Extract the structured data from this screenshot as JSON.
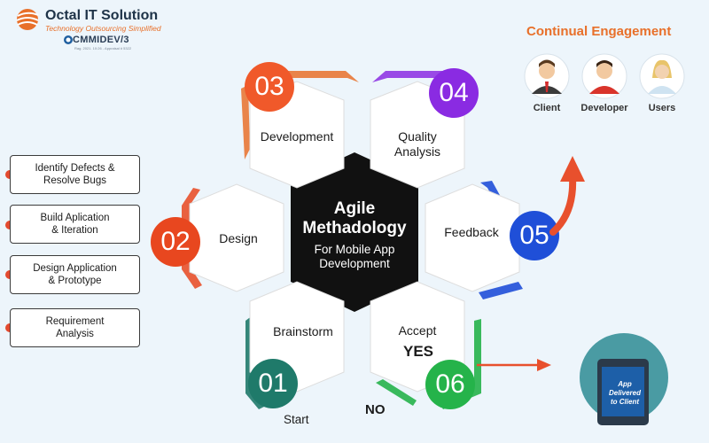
{
  "brand": {
    "name": "Octal IT Solution",
    "tagline": "Technology Outsourcing Simplified",
    "cmmi_badge": "CMMIDEV/3",
    "cmmi_note": "Rag. 2021. 10:26 - Appraisal # 5322"
  },
  "center": {
    "title": "Agile\nMethadology",
    "subtitle": "For Mobile App\nDevelopment"
  },
  "stages": [
    {
      "number": "01",
      "label": "Brainstorm",
      "color": "#1f7a6a"
    },
    {
      "number": "02",
      "label": "Design",
      "color": "#e8471f"
    },
    {
      "number": "03",
      "label": "Development",
      "color": "#f0592a"
    },
    {
      "number": "04",
      "label": "Quality\nAnalysis",
      "color": "#8a2be2"
    },
    {
      "number": "05",
      "label": "Feedback",
      "color": "#1f4fd8"
    },
    {
      "number": "06",
      "label": "Accept",
      "color": "#25b34a"
    }
  ],
  "flow_labels": {
    "start": "Start",
    "yes": "YES",
    "no": "NO"
  },
  "left_steps": [
    "Identify Defects &\nResolve Bugs",
    "Build Aplication\n& Iteration",
    "Design Application\n& Prototype",
    "Requirement\nAnalysis"
  ],
  "engagement": {
    "title": "Continual Engagement",
    "people": [
      "Client",
      "Developer",
      "Users"
    ]
  },
  "delivery": {
    "label": "App\nDelivered\nto Client"
  },
  "colors": {
    "accent_orange": "#e8702a",
    "arrow": "#e8502d",
    "center_hex": "#111111"
  }
}
